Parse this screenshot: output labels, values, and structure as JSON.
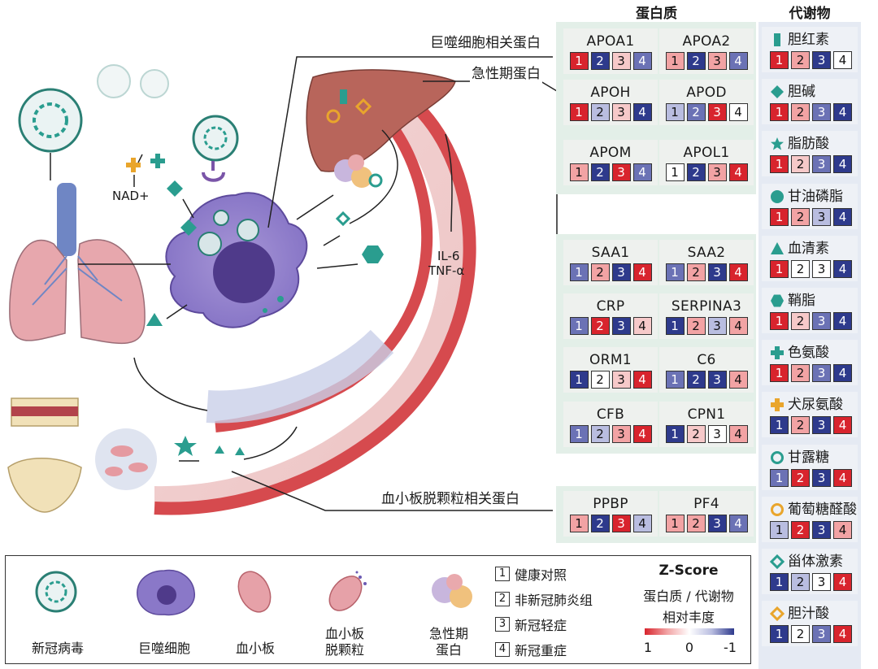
{
  "headers": {
    "proteins": "蛋白质",
    "metabolites": "代谢物"
  },
  "callouts": {
    "macrophage": "巨噬细胞相关蛋白",
    "acute": "急性期蛋白",
    "platelet": "血小板脱颗粒相关蛋白",
    "nad": "NAD+",
    "il6": "IL-6",
    "tnf": "TNF-α"
  },
  "colors": {
    "dark_red": "#d8242d",
    "light_red": "#f2a3a4",
    "pale_red": "#f6c9c9",
    "dark_blue": "#2e3a8c",
    "mid_blue": "#6b72b5",
    "light_blue": "#b9bde0",
    "white": "#ffffff",
    "teal": "#2a9d8f",
    "gold": "#e9a52c"
  },
  "proteins": {
    "macrophage": [
      {
        "name": "APOA1",
        "boxes": [
          [
            "1",
            "dark_red"
          ],
          [
            "2",
            "dark_blue"
          ],
          [
            "3",
            "pale_red"
          ],
          [
            "4",
            "mid_blue"
          ]
        ]
      },
      {
        "name": "APOA2",
        "boxes": [
          [
            "1",
            "light_red"
          ],
          [
            "2",
            "dark_blue"
          ],
          [
            "3",
            "light_red"
          ],
          [
            "4",
            "mid_blue"
          ]
        ]
      }
    ],
    "acute": [
      {
        "name": "APOH",
        "boxes": [
          [
            "1",
            "dark_red"
          ],
          [
            "2",
            "light_blue"
          ],
          [
            "3",
            "pale_red"
          ],
          [
            "4",
            "dark_blue"
          ]
        ]
      },
      {
        "name": "APOD",
        "boxes": [
          [
            "1",
            "light_blue"
          ],
          [
            "2",
            "mid_blue"
          ],
          [
            "3",
            "dark_red"
          ],
          [
            "4",
            "white"
          ]
        ]
      },
      {
        "name": "APOM",
        "boxes": [
          [
            "1",
            "light_red"
          ],
          [
            "2",
            "dark_blue"
          ],
          [
            "3",
            "dark_red"
          ],
          [
            "4",
            "mid_blue"
          ]
        ]
      },
      {
        "name": "APOL1",
        "boxes": [
          [
            "1",
            "white"
          ],
          [
            "2",
            "dark_blue"
          ],
          [
            "3",
            "light_red"
          ],
          [
            "4",
            "dark_red"
          ]
        ]
      },
      {
        "name": "SAA1",
        "boxes": [
          [
            "1",
            "mid_blue"
          ],
          [
            "2",
            "light_red"
          ],
          [
            "3",
            "dark_blue"
          ],
          [
            "4",
            "dark_red"
          ]
        ]
      },
      {
        "name": "SAA2",
        "boxes": [
          [
            "1",
            "mid_blue"
          ],
          [
            "2",
            "light_red"
          ],
          [
            "3",
            "dark_blue"
          ],
          [
            "4",
            "dark_red"
          ]
        ]
      },
      {
        "name": "CRP",
        "boxes": [
          [
            "1",
            "mid_blue"
          ],
          [
            "2",
            "dark_red"
          ],
          [
            "3",
            "dark_blue"
          ],
          [
            "4",
            "pale_red"
          ]
        ]
      },
      {
        "name": "SERPINA3",
        "boxes": [
          [
            "1",
            "dark_blue"
          ],
          [
            "2",
            "light_red"
          ],
          [
            "3",
            "light_blue"
          ],
          [
            "4",
            "light_red"
          ]
        ]
      },
      {
        "name": "ORM1",
        "boxes": [
          [
            "1",
            "dark_blue"
          ],
          [
            "2",
            "white"
          ],
          [
            "3",
            "pale_red"
          ],
          [
            "4",
            "dark_red"
          ]
        ]
      },
      {
        "name": "C6",
        "boxes": [
          [
            "1",
            "mid_blue"
          ],
          [
            "2",
            "dark_blue"
          ],
          [
            "3",
            "dark_blue"
          ],
          [
            "4",
            "light_red"
          ]
        ]
      },
      {
        "name": "CFB",
        "boxes": [
          [
            "1",
            "mid_blue"
          ],
          [
            "2",
            "light_blue"
          ],
          [
            "3",
            "light_red"
          ],
          [
            "4",
            "dark_red"
          ]
        ]
      },
      {
        "name": "CPN1",
        "boxes": [
          [
            "1",
            "dark_blue"
          ],
          [
            "2",
            "pale_red"
          ],
          [
            "3",
            "white"
          ],
          [
            "4",
            "light_red"
          ]
        ]
      }
    ],
    "platelet": [
      {
        "name": "PPBP",
        "boxes": [
          [
            "1",
            "light_red"
          ],
          [
            "2",
            "dark_blue"
          ],
          [
            "3",
            "dark_red"
          ],
          [
            "4",
            "light_blue"
          ]
        ]
      },
      {
        "name": "PF4",
        "boxes": [
          [
            "1",
            "light_red"
          ],
          [
            "2",
            "light_red"
          ],
          [
            "3",
            "dark_blue"
          ],
          [
            "4",
            "mid_blue"
          ]
        ]
      }
    ]
  },
  "metabolites": [
    {
      "name": "胆红素",
      "icon": "rectangle-icon",
      "color": "teal",
      "boxes": [
        [
          "1",
          "dark_red"
        ],
        [
          "2",
          "light_red"
        ],
        [
          "3",
          "dark_blue"
        ],
        [
          "4",
          "white"
        ]
      ]
    },
    {
      "name": "胆碱",
      "icon": "diamond-icon",
      "color": "teal",
      "boxes": [
        [
          "1",
          "dark_red"
        ],
        [
          "2",
          "light_red"
        ],
        [
          "3",
          "mid_blue"
        ],
        [
          "4",
          "dark_blue"
        ]
      ]
    },
    {
      "name": "脂肪酸",
      "icon": "star-icon",
      "color": "teal",
      "boxes": [
        [
          "1",
          "dark_red"
        ],
        [
          "2",
          "pale_red"
        ],
        [
          "3",
          "mid_blue"
        ],
        [
          "4",
          "dark_blue"
        ]
      ]
    },
    {
      "name": "甘油磷脂",
      "icon": "circle-icon",
      "color": "teal",
      "boxes": [
        [
          "1",
          "dark_red"
        ],
        [
          "2",
          "light_red"
        ],
        [
          "3",
          "light_blue"
        ],
        [
          "4",
          "dark_blue"
        ]
      ]
    },
    {
      "name": "血清素",
      "icon": "triangle-icon",
      "color": "teal",
      "boxes": [
        [
          "1",
          "dark_red"
        ],
        [
          "2",
          "white"
        ],
        [
          "3",
          "white"
        ],
        [
          "4",
          "dark_blue"
        ]
      ]
    },
    {
      "name": "鞘脂",
      "icon": "hexagon-icon",
      "color": "teal",
      "boxes": [
        [
          "1",
          "dark_red"
        ],
        [
          "2",
          "pale_red"
        ],
        [
          "3",
          "mid_blue"
        ],
        [
          "4",
          "dark_blue"
        ]
      ]
    },
    {
      "name": "色氨酸",
      "icon": "cross-icon",
      "color": "teal",
      "boxes": [
        [
          "1",
          "dark_red"
        ],
        [
          "2",
          "light_red"
        ],
        [
          "3",
          "mid_blue"
        ],
        [
          "4",
          "dark_blue"
        ]
      ]
    },
    {
      "name": "犬尿氨酸",
      "icon": "cross-icon",
      "color": "gold",
      "boxes": [
        [
          "1",
          "dark_blue"
        ],
        [
          "2",
          "light_red"
        ],
        [
          "3",
          "dark_blue"
        ],
        [
          "4",
          "dark_red"
        ]
      ]
    },
    {
      "name": "甘露糖",
      "icon": "ring-icon",
      "color": "teal",
      "boxes": [
        [
          "1",
          "mid_blue"
        ],
        [
          "2",
          "dark_red"
        ],
        [
          "3",
          "dark_blue"
        ],
        [
          "4",
          "dark_red"
        ]
      ]
    },
    {
      "name": "葡萄糖醛酸",
      "icon": "ring-icon",
      "color": "gold",
      "boxes": [
        [
          "1",
          "light_blue"
        ],
        [
          "2",
          "dark_red"
        ],
        [
          "3",
          "dark_blue"
        ],
        [
          "4",
          "light_red"
        ]
      ]
    },
    {
      "name": "甾体激素",
      "icon": "hollow-diamond-icon",
      "color": "teal",
      "boxes": [
        [
          "1",
          "dark_blue"
        ],
        [
          "2",
          "light_blue"
        ],
        [
          "3",
          "white"
        ],
        [
          "4",
          "dark_red"
        ]
      ]
    },
    {
      "name": "胆汁酸",
      "icon": "hollow-diamond-icon",
      "color": "gold",
      "boxes": [
        [
          "1",
          "dark_blue"
        ],
        [
          "2",
          "white"
        ],
        [
          "3",
          "mid_blue"
        ],
        [
          "4",
          "dark_red"
        ]
      ]
    }
  ],
  "legend": {
    "items": [
      "新冠病毒",
      "巨噬细胞",
      "血小板",
      "血小板\n脱颗粒",
      "急性期\n蛋白"
    ],
    "groups": [
      {
        "num": "1",
        "label": "健康对照"
      },
      {
        "num": "2",
        "label": "非新冠肺炎组"
      },
      {
        "num": "3",
        "label": "新冠轻症"
      },
      {
        "num": "4",
        "label": "新冠重症"
      }
    ],
    "zscore": {
      "title": "Z-Score",
      "line1": "蛋白质 / 代谢物",
      "line2": "相对丰度",
      "ticks": [
        "1",
        "0",
        "-1"
      ]
    }
  }
}
